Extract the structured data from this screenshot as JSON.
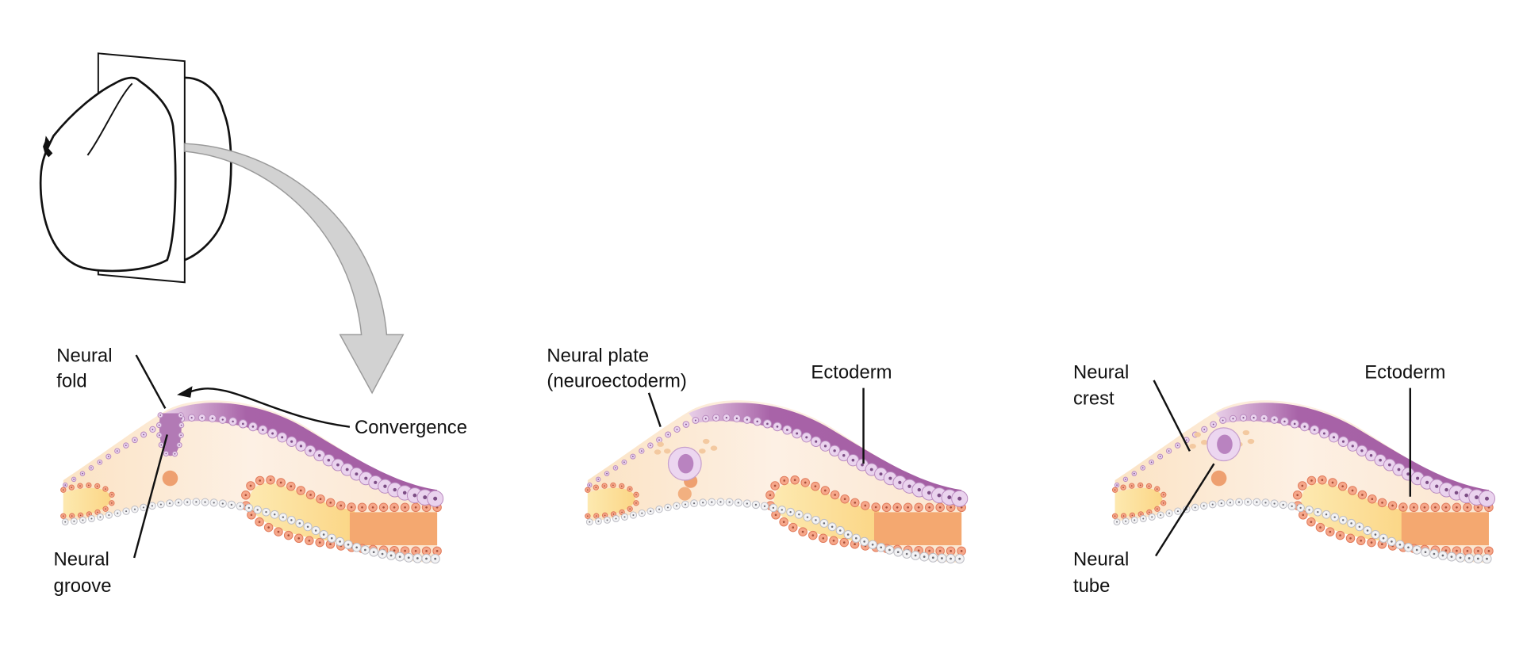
{
  "title": "Neural tube formation",
  "colors": {
    "ectoderm_purple": "#a863a8",
    "ectoderm_cell": "#ead3ee",
    "mesoderm_cell": "#f6a78a",
    "mesoderm_block": "#f4a870",
    "yolk": "#fbd98a",
    "cream": "#fbe8d2",
    "endoderm_cell": "#f3f3f5",
    "arrow_gray": "#d2d2d2"
  },
  "panels": [
    {
      "labels": {
        "neural_fold": [
          "Neural",
          "fold"
        ],
        "convergence": "Convergence",
        "neural_groove": [
          "Neural",
          "groove"
        ]
      }
    },
    {
      "labels": {
        "neural_plate": [
          "Neural plate",
          "(neuroectoderm)"
        ],
        "ectoderm": "Ectoderm"
      }
    },
    {
      "labels": {
        "neural_crest": [
          "Neural",
          "crest"
        ],
        "ectoderm": "Ectoderm",
        "neural_tube": [
          "Neural",
          "tube"
        ]
      }
    }
  ]
}
